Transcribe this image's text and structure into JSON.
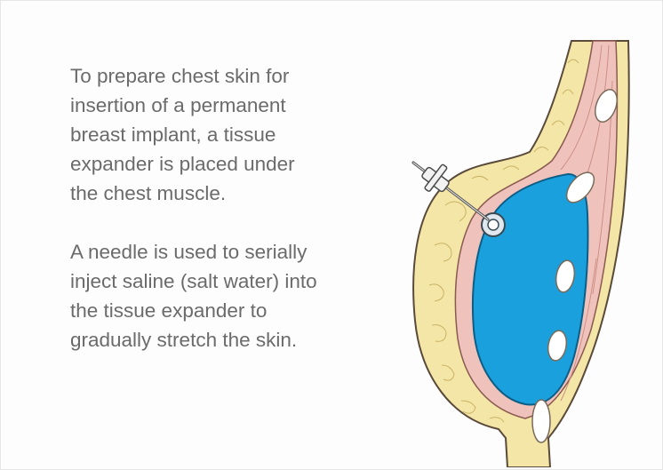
{
  "paragraphs": [
    {
      "lines": [
        "To prepare chest skin for",
        "insertion of a permanent",
        "breast implant, a tissue",
        "expander is placed under",
        "the chest muscle."
      ]
    },
    {
      "lines": [
        "A needle is used to serially",
        "inject saline (salt water) into",
        "the tissue expander to",
        "gradually stretch the skin."
      ]
    }
  ],
  "illustration": {
    "subject": "cross-section of chest with tissue expander and needle",
    "icons": [
      "needle-icon",
      "injection-port-icon",
      "tissue-expander-icon",
      "rib-icon"
    ],
    "colors": {
      "expander": "#1aa0dc",
      "expander_outline": "#0c5e86",
      "fat_layer": "#f4e6a6",
      "muscle_layer": "#f0c2bc",
      "skin_outline": "#5a4a3a",
      "rib": "#ffffff",
      "text": "#6b6b6b"
    }
  }
}
